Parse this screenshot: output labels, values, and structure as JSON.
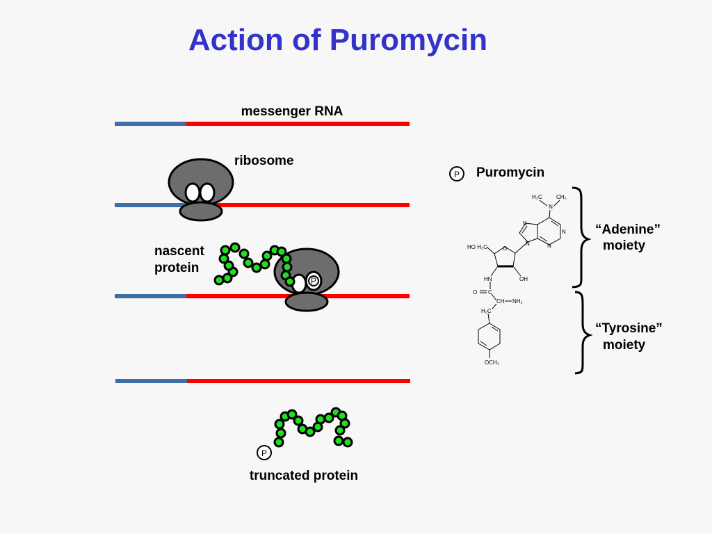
{
  "title": "Action of Puromycin",
  "labels": {
    "mrna": "messenger RNA",
    "ribosome": "ribosome",
    "nascent_line1": "nascent",
    "nascent_line2": "protein",
    "truncated": "truncated protein",
    "puromycin": "Puromycin",
    "p_symbol": "P",
    "adenine_line1": "“Adenine”",
    "adenine_line2": "moiety",
    "tyrosine_line1": "“Tyrosine”",
    "tyrosine_line2": "moiety"
  },
  "structure_atoms": {
    "h3c": "H₃C",
    "ch3": "CH₃",
    "n_amine": "N",
    "n1": "N",
    "n3": "N",
    "n7": "N",
    "n9": "N",
    "ho_h2c": "HO H₂C",
    "o_ring": "O",
    "oh": "OH",
    "hn": "HN",
    "o_carbonyl": "O",
    "c_carbonyl": "C",
    "ch": "CH",
    "nh2": "NH₂",
    "h2c": "H₂C",
    "och3": "OCH₃"
  },
  "colors": {
    "title": "#3333cc",
    "utr": "#3d6ea5",
    "mrna": "#ff0000",
    "ribosome": "#6d6d6d",
    "amino_acid": "#22dd22"
  }
}
